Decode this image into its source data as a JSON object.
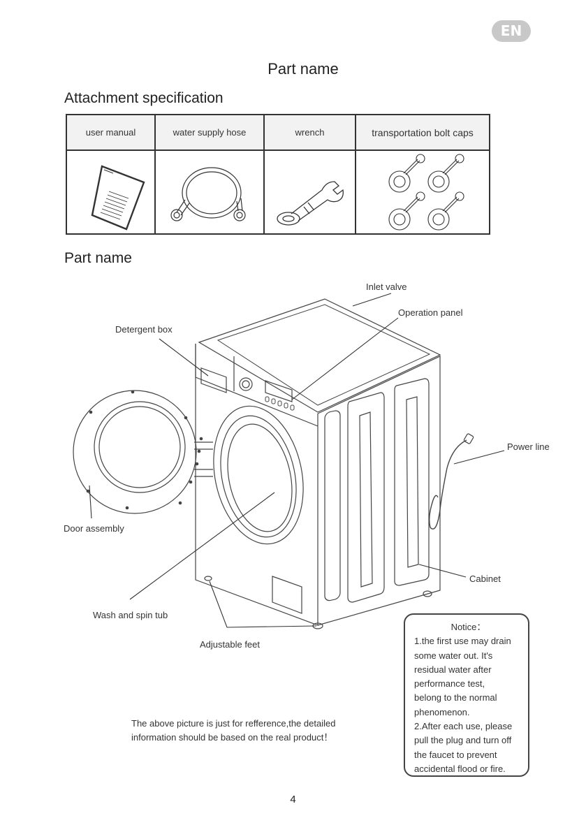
{
  "language_badge": "EN",
  "page_title": "Part name",
  "attachment_section": {
    "title": "Attachment specification",
    "columns": [
      {
        "label": "user manual",
        "icon": "user-manual-icon"
      },
      {
        "label": "water supply hose",
        "icon": "water-supply-hose-icon"
      },
      {
        "label": "wrench",
        "icon": "wrench-icon"
      },
      {
        "label": "transportation bolt caps",
        "icon": "transportation-bolt-caps-icon"
      }
    ]
  },
  "part_section": {
    "title": "Part name",
    "labels": {
      "inlet_valve": "Inlet valve",
      "operation_panel": "Operation panel",
      "detergent_box": "Detergent box",
      "power_line": "Power line",
      "door_assembly": "Door assembly",
      "cabinet": "Cabinet",
      "wash_spin_tub": "Wash and spin tub",
      "adjustable_feet": "Adjustable feet"
    }
  },
  "notice": {
    "title": "Notice：",
    "lines": [
      "1.the first use may drain",
      "some water out. It's",
      "residual water after",
      "performance test,",
      "belong to the normal",
      "phenomenon.",
      "2.After each use, please",
      "pull the plug and turn off",
      "the faucet to prevent",
      "accidental flood or fire."
    ]
  },
  "disclaimer": {
    "line1": "The above picture is just for refference,the detailed",
    "line2": "information should be based on the real product！"
  },
  "page_number": "4"
}
